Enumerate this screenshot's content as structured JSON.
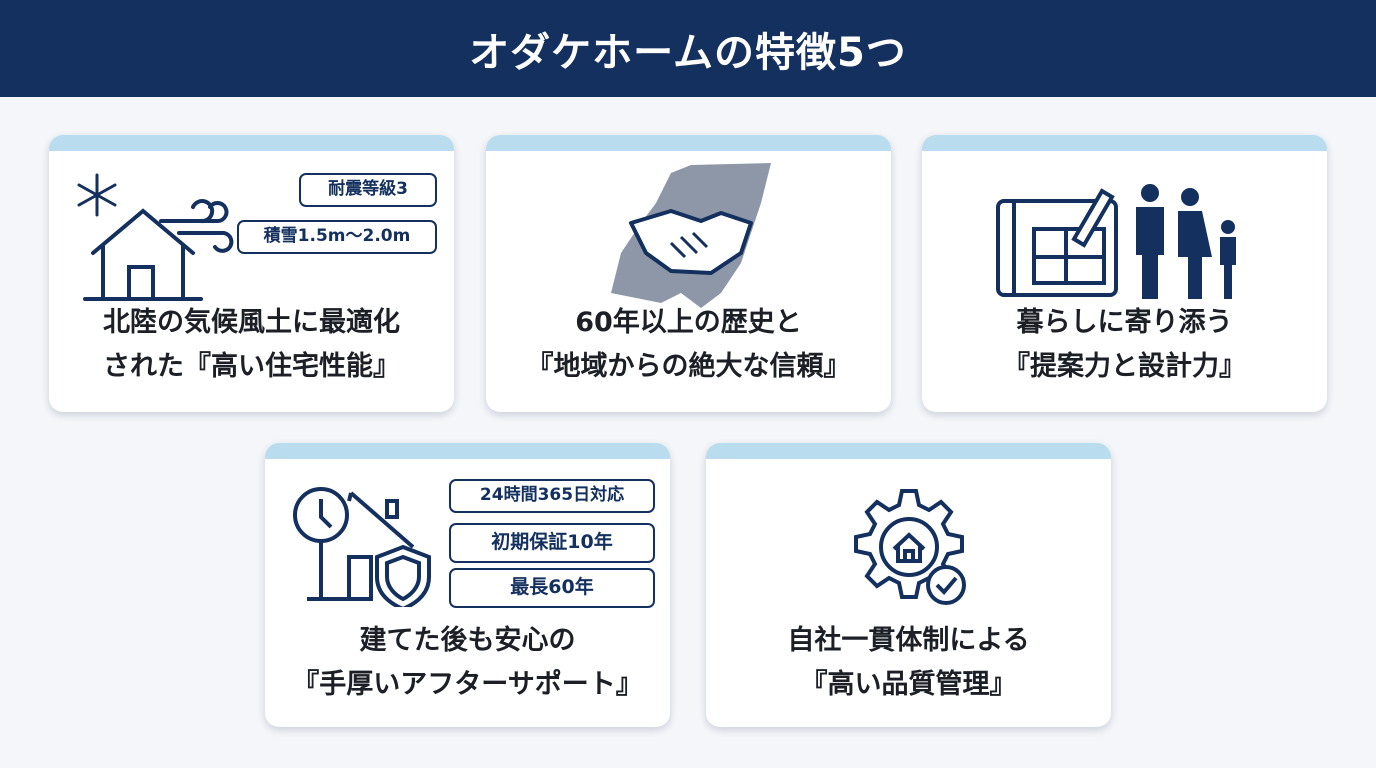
{
  "header": {
    "title": "オダケホームの特徴5つ"
  },
  "cards": [
    {
      "icon": "house-snow-wind-icon",
      "badges": [
        "耐震等級3",
        "積雪1.5m〜2.0m"
      ],
      "title_lines": [
        "北陸の気候風土に最適化",
        "された『高い住宅性能』"
      ]
    },
    {
      "icon": "handshake-map-icon",
      "badges": [],
      "title_lines": [
        "60年以上の歴史と",
        "『地域からの絶大な信頼』"
      ]
    },
    {
      "icon": "blueprint-family-icon",
      "badges": [],
      "title_lines": [
        "暮らしに寄り添う",
        "『提案力と設計力』"
      ]
    },
    {
      "icon": "clock-house-shield-icon",
      "badges": [
        "24時間365日対応",
        "初期保証10年",
        "最長60年"
      ],
      "title_lines": [
        "建てた後も安心の",
        "『手厚いアフターサポート』"
      ]
    },
    {
      "icon": "gear-house-check-icon",
      "badges": [],
      "title_lines": [
        "自社一貫体制による",
        "『高い品質管理』"
      ]
    }
  ],
  "colors": {
    "navy": "#14305e",
    "stripe": "#b9dcef"
  }
}
